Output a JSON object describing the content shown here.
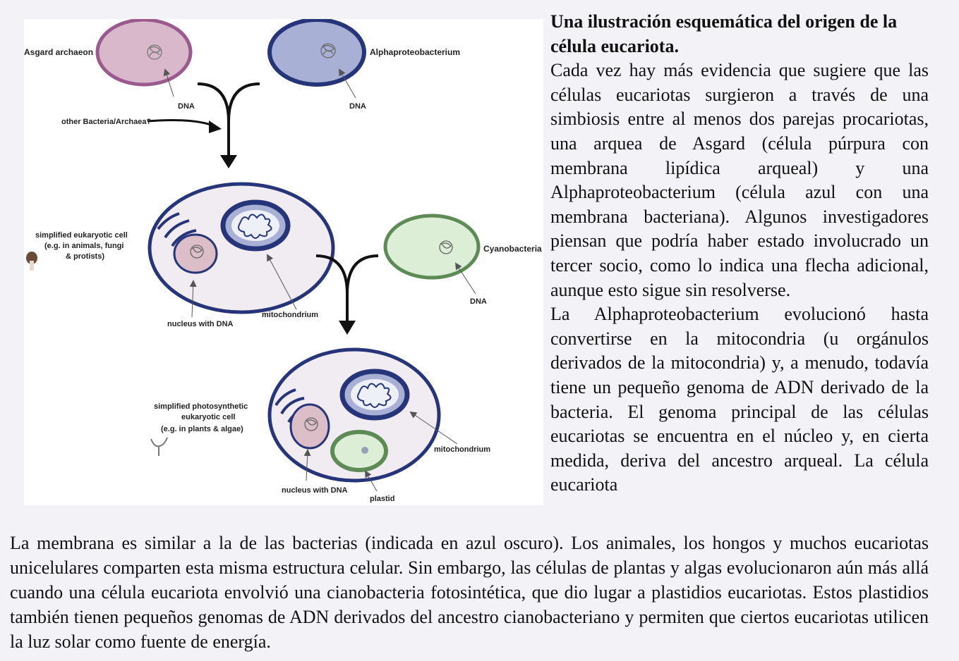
{
  "figure": {
    "labels": {
      "asgard": "Asgard archaeon",
      "alpha": "Alphaproteobacterium",
      "dna": "DNA",
      "other": "other Bacteria/Archaea?",
      "euk_line1": "simplified eukaryotic cell",
      "euk_line2": "(e.g. in animals, fungi",
      "euk_line3": "& protists)",
      "nucleus": "nucleus with DNA",
      "mitochondrion": "mitochondrium",
      "cyano": "Cyanobacteria",
      "photo_line1": "simplified photosynthetic",
      "photo_line2": "eukaryotic cell",
      "photo_line3": "(e.g. in plants & algae)",
      "plastid": "plastid"
    },
    "colors": {
      "asgard_fill": "#d9b8cc",
      "asgard_stroke": "#9a5a8e",
      "alpha_fill": "#a9b0d6",
      "alpha_stroke": "#26357a",
      "cell_fill": "#f1ecf2",
      "cell_stroke": "#26357a",
      "cyano_fill": "#dcefd6",
      "cyano_stroke": "#5d8a55",
      "nucleus_fill": "#dcbec8",
      "arrow": "#111111"
    }
  },
  "caption": {
    "title": "Una ilustración esquemática del origen de la célula eucariota.",
    "paragraph1": "Cada vez hay más evidencia que sugiere que las células eucariotas surgieron a través de una simbiosis entre al menos dos parejas procariotas, una arquea de Asgard (célula púrpura con membrana lipídica arqueal) y una Alphaproteobacterium (célula azul con una membrana bacteriana). Algunos investigadores piensan que podría haber estado involucrado un tercer socio, como lo indica una flecha adicional, aunque esto sigue sin resolverse.",
    "paragraph2": "La Alphaproteobacterium evolucionó hasta convertirse en la mitocondria (u orgánulos derivados de la mitocondria) y, a menudo, todavía tiene un pequeño genoma de ADN derivado de la bacteria. El genoma principal de las células eucariotas se encuentra en el núcleo y, en cierta medida, deriva del ancestro arqueal. La célula eucariota",
    "bottom": "La membrana es similar a la de las bacterias (indicada en azul oscuro). Los animales, los hongos y muchos eucariotas unicelulares comparten esta misma estructura celular. Sin embargo, las células de plantas y algas evolucionaron aún más allá cuando una célula eucariota envolvió una cianobacteria fotosintética, que dio lugar a plastidios eucariotas. Estos plastidios también tienen pequeños genomas de ADN derivados del ancestro cianobacteriano y permiten que ciertos eucariotas utilicen la luz solar como fuente de energía."
  }
}
